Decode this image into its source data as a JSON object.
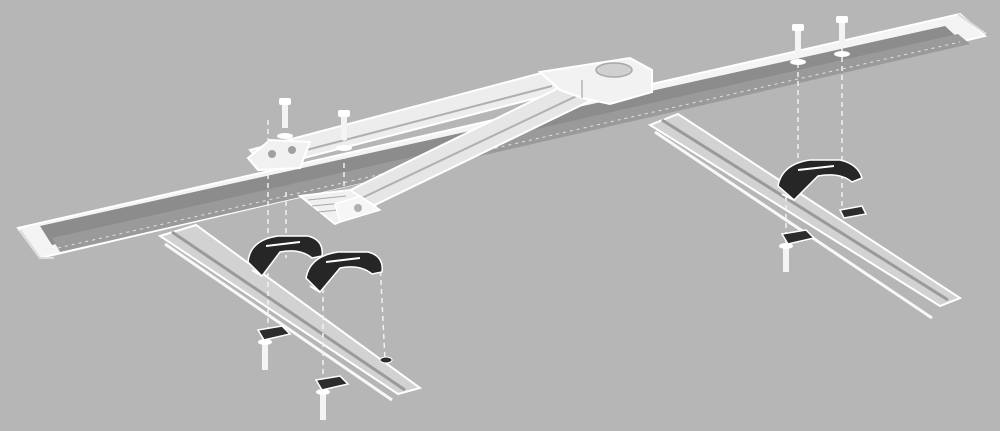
{
  "colors": {
    "background": "#b6b6b6",
    "line_art": "#ffffff",
    "rail_channel": "#8c8c8c",
    "clamp_dark": "#262626",
    "crossbar_shade": "#9a9a9a",
    "guide_line": "#f2f2f2"
  },
  "parts": [
    {
      "name": "bike-tray-rail",
      "count": 1
    },
    {
      "name": "down-tube-arm",
      "count": 1
    },
    {
      "name": "wheel-tray",
      "count": 1
    },
    {
      "name": "roof-crossbar",
      "count": 2
    },
    {
      "name": "mounting-clamp",
      "count": 3
    },
    {
      "name": "bolt",
      "count": 6
    },
    {
      "name": "under-plate",
      "count": 3
    }
  ]
}
